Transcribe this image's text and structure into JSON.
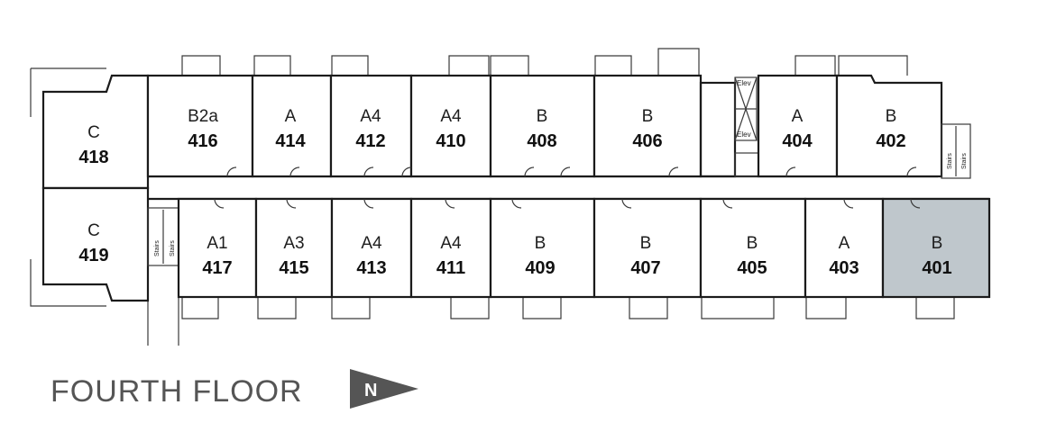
{
  "floor": {
    "title": "FOURTH FLOOR",
    "north_label": "N"
  },
  "colors": {
    "highlight": "#bfc7cc",
    "wall": "#1b1b1b",
    "label": "#555555"
  },
  "units": [
    {
      "number": "418",
      "type": "C"
    },
    {
      "number": "416",
      "type": "B2a"
    },
    {
      "number": "414",
      "type": "A"
    },
    {
      "number": "412",
      "type": "A4"
    },
    {
      "number": "410",
      "type": "A4"
    },
    {
      "number": "408",
      "type": "B"
    },
    {
      "number": "406",
      "type": "B"
    },
    {
      "number": "404",
      "type": "A"
    },
    {
      "number": "402",
      "type": "B"
    },
    {
      "number": "419",
      "type": "C"
    },
    {
      "number": "417",
      "type": "A1"
    },
    {
      "number": "415",
      "type": "A3"
    },
    {
      "number": "413",
      "type": "A4"
    },
    {
      "number": "411",
      "type": "A4"
    },
    {
      "number": "409",
      "type": "B"
    },
    {
      "number": "407",
      "type": "B"
    },
    {
      "number": "405",
      "type": "B"
    },
    {
      "number": "403",
      "type": "A"
    },
    {
      "number": "401",
      "type": "B",
      "selected": true
    }
  ],
  "stairs_label": "Stairs",
  "elevator_label": "Elev"
}
